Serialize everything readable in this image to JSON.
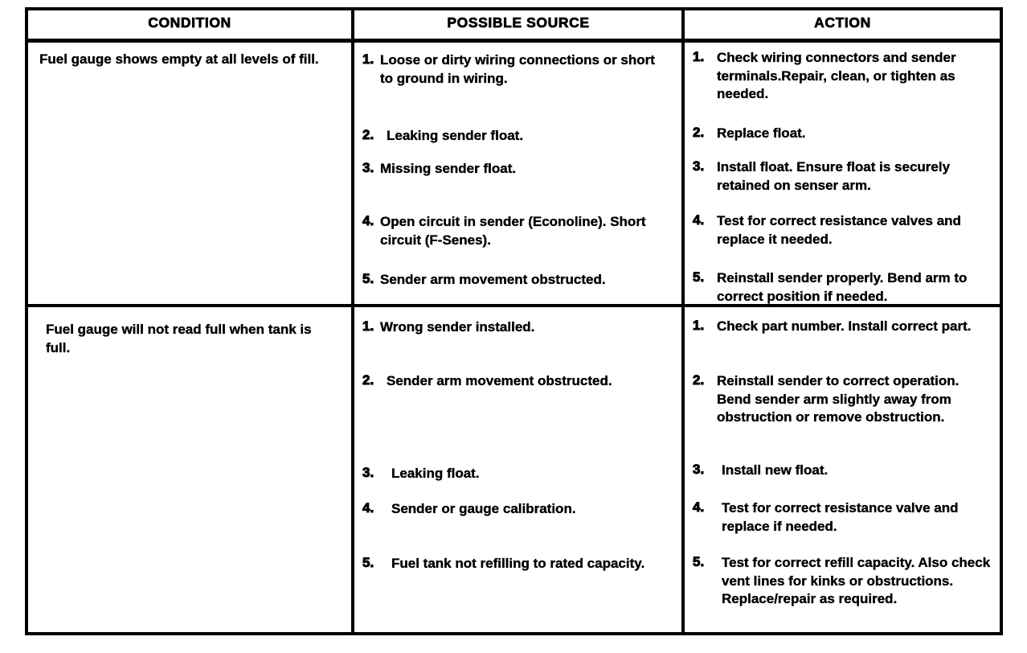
{
  "document": {
    "type": "troubleshooting-table",
    "ink_color": "#000000",
    "background_color": "#ffffff"
  },
  "table": {
    "headers": {
      "condition": "CONDITION",
      "source": "POSSIBLE SOURCE",
      "action": "ACTION"
    },
    "rows": [
      {
        "condition": "Fuel gauge shows empty at all levels of fill.",
        "sources": [
          {
            "num": "1.",
            "text": "Loose or dirty wiring connections or short to ground in wiring."
          },
          {
            "num": "2.",
            "text": "Leaking sender float."
          },
          {
            "num": "3.",
            "text": "Missing sender float."
          },
          {
            "num": "4.",
            "text": "Open circuit in sender (Econoline). Short circuit (F-Senes)."
          },
          {
            "num": "5.",
            "text": "Sender arm movement obstructed."
          }
        ],
        "actions": [
          {
            "num": "1.",
            "text": "Check wiring connectors and sender terminals.Repair, clean, or tighten as needed."
          },
          {
            "num": "2.",
            "text": "Replace float."
          },
          {
            "num": "3.",
            "text": "Install float. Ensure float is securely retained on senser arm."
          },
          {
            "num": "4.",
            "text": "Test for correct resistance valves and replace it needed."
          },
          {
            "num": "5.",
            "text": "Reinstall sender properly. Bend arm to correct position if needed."
          }
        ]
      },
      {
        "condition": "Fuel gauge will not read full when tank is full.",
        "sources": [
          {
            "num": "1.",
            "text": "Wrong sender installed."
          },
          {
            "num": "2.",
            "text": "Sender arm movement obstructed."
          },
          {
            "num": "3.",
            "text": "Leaking float."
          },
          {
            "num": "4.",
            "text": "Sender or gauge calibration."
          },
          {
            "num": "5.",
            "text": "Fuel tank not refilling to rated capacity."
          }
        ],
        "actions": [
          {
            "num": "1.",
            "text": "Check part number. Install correct part."
          },
          {
            "num": "2.",
            "text": "Reinstall sender to correct operation. Bend sender arm slightly away from obstruction or remove obstruction."
          },
          {
            "num": "3.",
            "text": "Install new float."
          },
          {
            "num": "4.",
            "text": "Test for correct resistance valve and replace if needed."
          },
          {
            "num": "5.",
            "text": "Test for correct refill capacity. Also check vent lines for kinks or obstructions. Replace/repair as required."
          }
        ]
      }
    ]
  }
}
